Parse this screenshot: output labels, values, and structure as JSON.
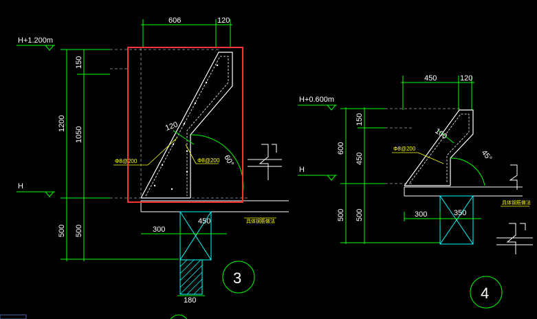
{
  "detail3": {
    "level_top": "H+1.200m",
    "level_base": "H",
    "dim_top_left": "606",
    "dim_top_right": "120",
    "dim_150": "150",
    "dim_1050": "1050",
    "dim_1200": "1200",
    "dim_500_outer": "500",
    "dim_500_inner": "500",
    "dim_300": "300",
    "dim_450": "450",
    "dim_180": "180",
    "dim_slope": "120",
    "angle": "60°",
    "rebar_left": "Φ8@200",
    "rebar_right": "Φ8@200",
    "note": "具体钢筋做法",
    "circle_number": "3"
  },
  "detail4": {
    "level_top": "H+0.600m",
    "level_base": "H",
    "dim_top_left": "450",
    "dim_top_right": "120",
    "dim_150": "150",
    "dim_450": "450",
    "dim_600": "600",
    "dim_500_outer": "500",
    "dim_500_inner": "500",
    "dim_300": "300",
    "dim_350": "350",
    "dim_slope": "100",
    "angle": "45°",
    "rebar": "Φ8@200",
    "note": "具体钢筋做法",
    "circle_number": "4"
  },
  "highlight_color": "#ff3333"
}
